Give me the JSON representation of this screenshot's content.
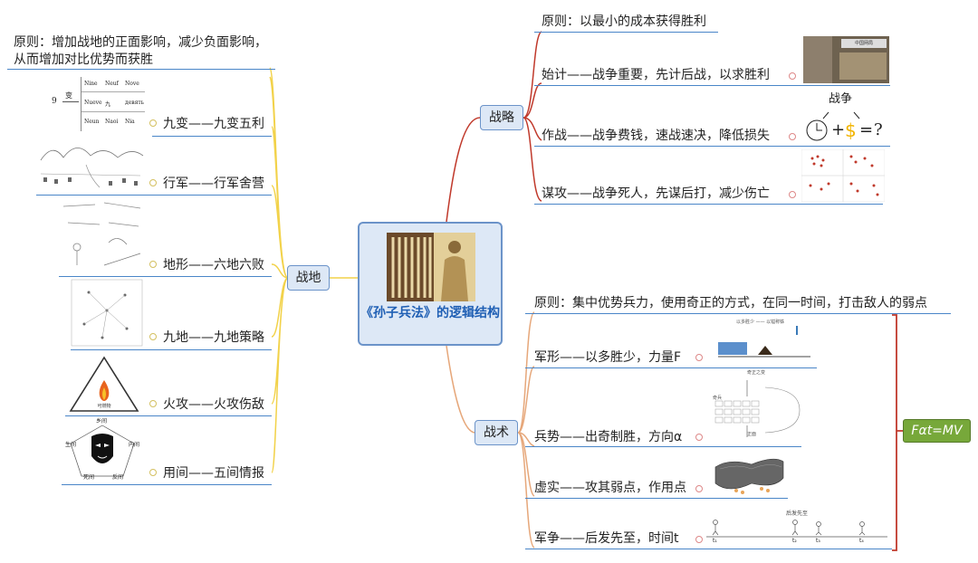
{
  "center": {
    "title": "《孙子兵法》的逻辑结构"
  },
  "branches": {
    "zhandi": {
      "label": "战地",
      "principle": "原则：增加战地的正面影响，减少负面影响，从而增加对比优势而获胜",
      "items": [
        {
          "label": "九变——九变五利"
        },
        {
          "label": "行军——行军舍营"
        },
        {
          "label": "地形——六地六败"
        },
        {
          "label": "九地——九地策略"
        },
        {
          "label": "火攻——火攻伤敌"
        },
        {
          "label": "用间——五间情报"
        }
      ]
    },
    "zhanlue": {
      "label": "战略",
      "principle": "原则：以最小的成本获得胜利",
      "items": [
        {
          "label": "始计——战争重要，先计后战，以求胜利"
        },
        {
          "label": "作战——战争费钱，速战速决，降低损失"
        },
        {
          "label": "谋攻——战争死人，先谋后打，减少伤亡"
        }
      ]
    },
    "zhanshu": {
      "label": "战术",
      "principle": "原则：集中优势兵力，使用奇正的方式，在同一时间，打击敌人的弱点",
      "items": [
        {
          "label": "军形——以多胜少，力量F"
        },
        {
          "label": "兵势——出奇制胜，方向α"
        },
        {
          "label": "虚实——攻其弱点，作用点"
        },
        {
          "label": "军争——后发先至，时间t"
        }
      ],
      "formula": "Fαt=MV"
    }
  },
  "illustrations": {
    "jiubian_table": {
      "nine": "9",
      "bian": "变",
      "cells": [
        "Nine",
        "Neuf",
        "Nove",
        "Nueve",
        "九",
        "девять",
        "Neun",
        "Naoi",
        "Nia"
      ]
    },
    "zhanzheng": {
      "title": "战争",
      "plus": "+",
      "dollar": "$",
      "equals": "=",
      "question": "?"
    },
    "yongjian": {
      "labels": [
        "乡间",
        "生间",
        "内间",
        "死间",
        "反间"
      ]
    },
    "huogong": {
      "label": "可燃物"
    },
    "shiji_banner": "中国网局",
    "junzheng": {
      "caption": "后发先至",
      "ticks": [
        "t₁",
        "t₂",
        "t₃",
        "t₄"
      ]
    },
    "junxing": {
      "caption": "以多胜少 —— 以镒称铢"
    },
    "bingshi": {
      "top": "奇正之变",
      "bottom": "正面",
      "left": "奇兵"
    }
  },
  "colors": {
    "left_line": "#f2d24a",
    "right_top_line": "#c0392b",
    "right_bottom_line": "#e6a77a",
    "bracket": "#c0392b",
    "underline": "#4a86c8",
    "formula_bg": "#77a83a"
  }
}
